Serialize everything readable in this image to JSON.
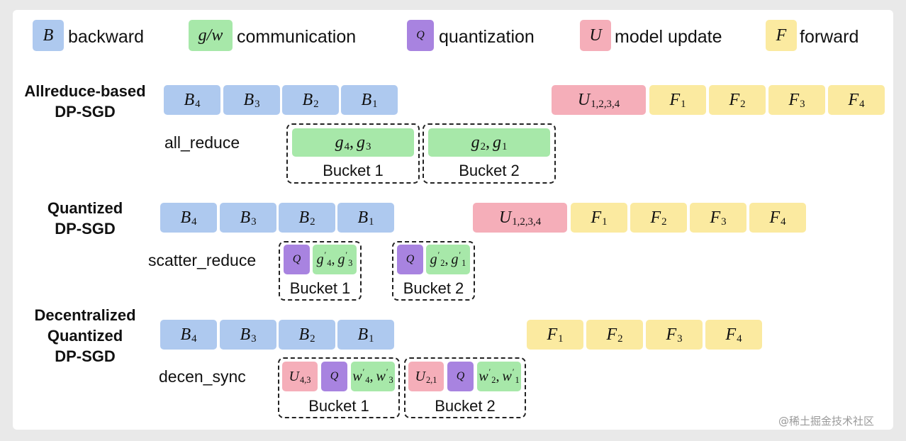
{
  "legend": [
    {
      "symbol": "B",
      "label": "backward",
      "color": "#aec9ef"
    },
    {
      "symbol": "g/w",
      "label": "communication",
      "color": "#a7e8a9"
    },
    {
      "symbol": "Q",
      "label": "quantization",
      "color": "#a883e0"
    },
    {
      "symbol": "U",
      "label": "model update",
      "color": "#f5aeb9"
    },
    {
      "symbol": "F",
      "label": "forward",
      "color": "#fbeaa0"
    }
  ],
  "rows": [
    {
      "title": "Allreduce-based\nDP-SGD",
      "operation": "all_reduce",
      "backward": [
        "4",
        "3",
        "2",
        "1"
      ],
      "update": "1,2,3,4",
      "forward": [
        "1",
        "2",
        "3",
        "4"
      ],
      "buckets": [
        {
          "label": "Bucket 1",
          "comm": [
            "g",
            "4",
            "g",
            "3"
          ]
        },
        {
          "label": "Bucket 2",
          "comm": [
            "g",
            "2",
            "g",
            "1"
          ]
        }
      ]
    },
    {
      "title": "Quantized\nDP-SGD",
      "operation": "scatter_reduce",
      "backward": [
        "4",
        "3",
        "2",
        "1"
      ],
      "update": "1,2,3,4",
      "forward": [
        "1",
        "2",
        "3",
        "4"
      ],
      "buckets": [
        {
          "label": "Bucket 1",
          "quant": "Q",
          "comm": [
            "g",
            "4",
            "g",
            "3"
          ],
          "prime": "′"
        },
        {
          "label": "Bucket 2",
          "quant": "Q",
          "comm": [
            "g",
            "2",
            "g",
            "1"
          ],
          "prime": "′"
        }
      ]
    },
    {
      "title": "Decentralized\nQuantized\nDP-SGD",
      "operation": "decen_sync",
      "backward": [
        "4",
        "3",
        "2",
        "1"
      ],
      "forward": [
        "1",
        "2",
        "3",
        "4"
      ],
      "buckets": [
        {
          "label": "Bucket 1",
          "update": "4,3",
          "quant": "Q",
          "comm": [
            "w",
            "4",
            "w",
            "3"
          ],
          "prime": "′"
        },
        {
          "label": "Bucket 2",
          "update": "2,1",
          "quant": "Q",
          "comm": [
            "w",
            "2",
            "w",
            "1"
          ],
          "prime": "′"
        }
      ]
    }
  ],
  "symbols": {
    "backward": "B",
    "update": "U",
    "forward": "F",
    "separator": ","
  },
  "watermark": "@稀土掘金技术社区"
}
